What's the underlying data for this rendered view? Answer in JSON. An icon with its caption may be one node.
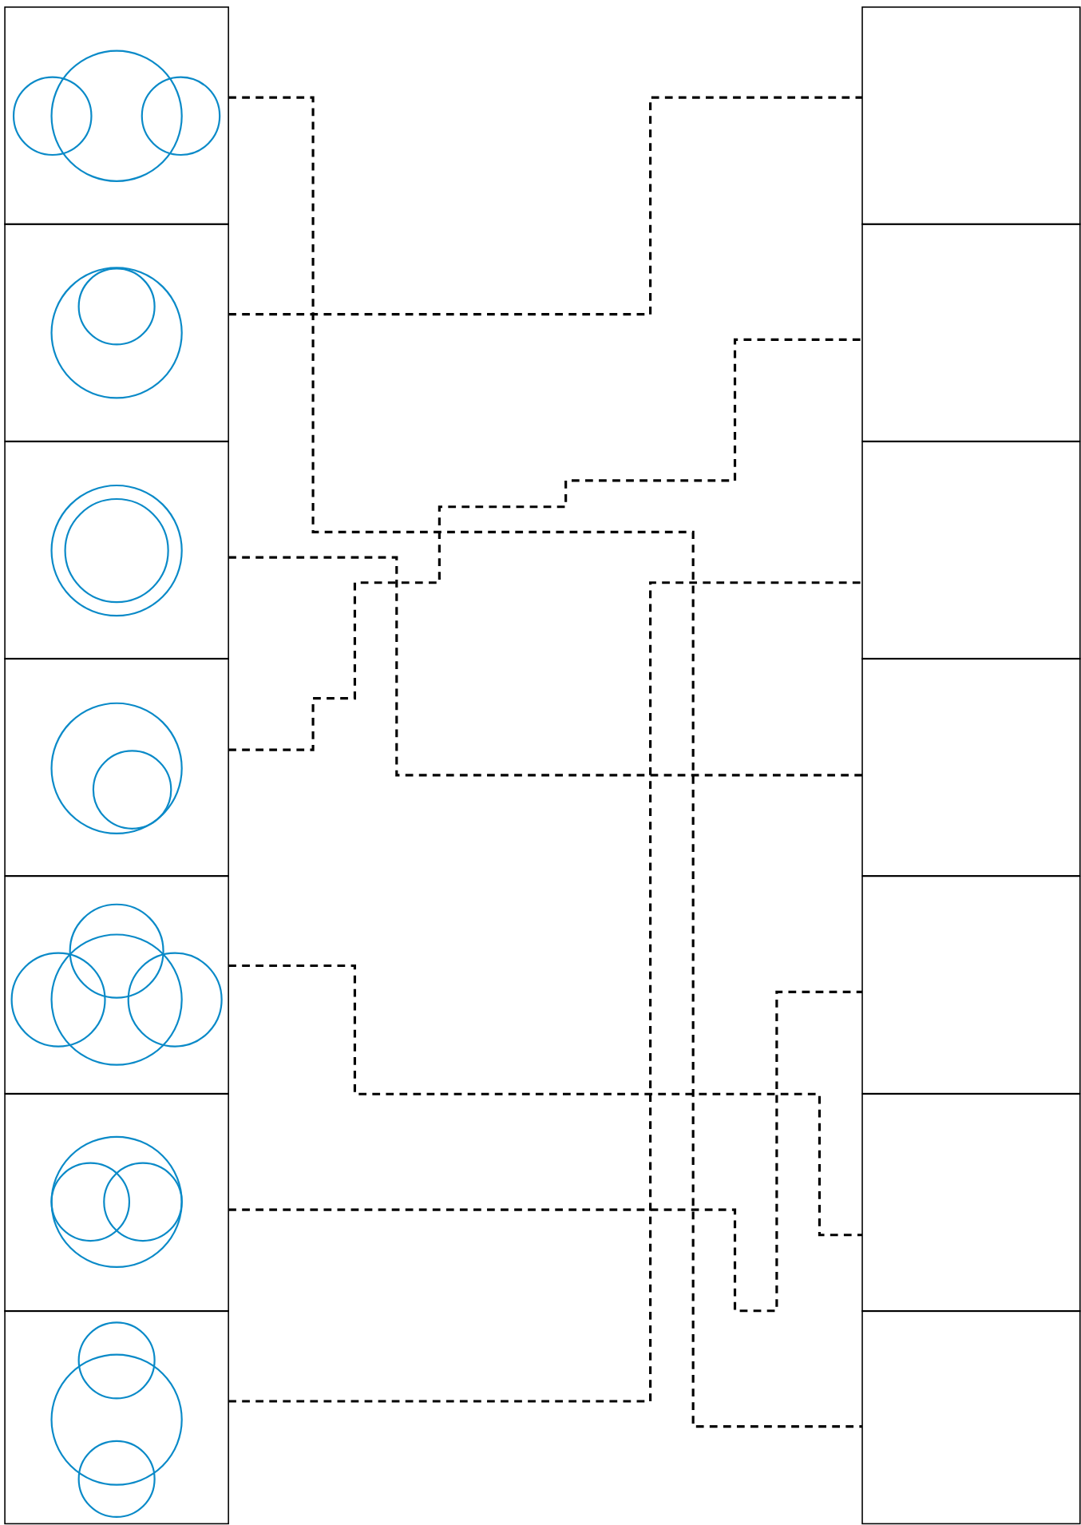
{
  "diagram": {
    "nodes": [
      {
        "text": [],
        "shape": "picture"
      },
      {
        "text": [],
        "shape": "picture"
      },
      {
        "text": [],
        "shape": "picture"
      },
      {
        "text": [],
        "shape": "picture"
      },
      {
        "text": [],
        "shape": "picture"
      },
      {
        "text": [],
        "shape": "picture"
      },
      {
        "text": [],
        "shape": "picture"
      },
      {
        "text": [],
        "shape": "box"
      },
      {
        "text": [],
        "shape": "box"
      },
      {
        "text": [],
        "shape": "box"
      },
      {
        "text": [],
        "shape": "box"
      },
      {
        "text": [],
        "shape": "box"
      },
      {
        "text": [],
        "shape": "box"
      },
      {
        "text": [],
        "shape": "box"
      }
    ],
    "edges": [
      {
        "from": 0,
        "to": 13,
        "arrow": "none",
        "style": "dashed"
      },
      {
        "from": 1,
        "to": 7,
        "arrow": "none",
        "style": "dashed"
      },
      {
        "from": 2,
        "to": 10,
        "arrow": "none",
        "style": "dashed"
      },
      {
        "from": 3,
        "to": 8,
        "arrow": "none",
        "style": "dashed"
      },
      {
        "from": 4,
        "to": 12,
        "arrow": "none",
        "style": "dashed"
      },
      {
        "from": 5,
        "to": 11,
        "arrow": "none",
        "style": "dashed"
      },
      {
        "from": 6,
        "to": 9,
        "arrow": "none",
        "style": "dashed"
      }
    ]
  }
}
